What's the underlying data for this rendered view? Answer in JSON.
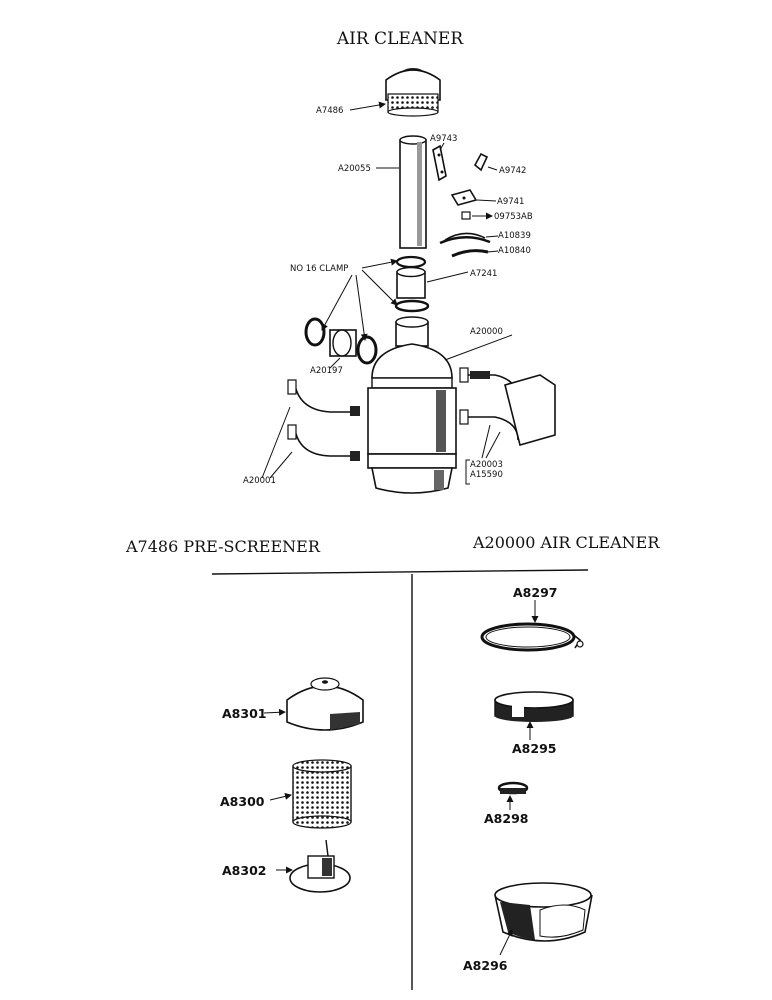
{
  "titles": {
    "main": "AIR CLEANER",
    "left_section": "A7486 PRE-SCREENER",
    "right_section": "A20000 AIR CLEANER"
  },
  "top_labels": {
    "a7486": "A7486",
    "a20055": "A20055",
    "a9743": "A9743",
    "a9742": "A9742",
    "a9741": "A9741",
    "p09753ab": "09753AB",
    "a10839": "A10839",
    "a10840": "A10840",
    "no16clamp": "NO 16 CLAMP",
    "a7241": "A7241",
    "a20000": "A20000",
    "a20197": "A20197",
    "a20003": "A20003",
    "a15590": "A15590",
    "a20001": "A20001"
  },
  "prescreener_labels": {
    "a8301": "A8301",
    "a8300": "A8300",
    "a8302": "A8302"
  },
  "aircleaner_labels": {
    "a8297": "A8297",
    "a8295": "A8295",
    "a8298": "A8298",
    "a8296": "A8296"
  }
}
